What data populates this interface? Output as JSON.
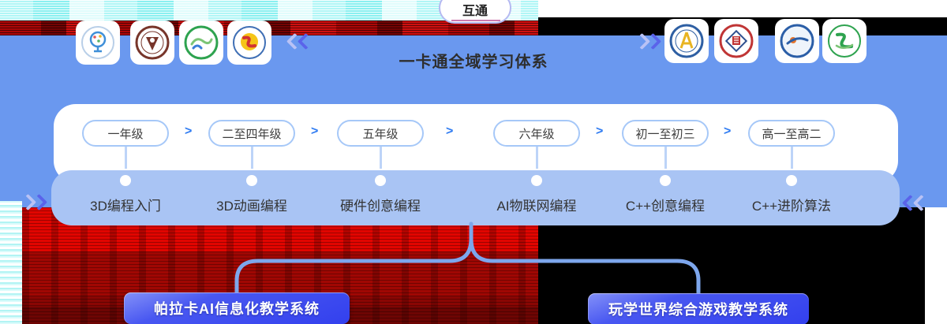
{
  "header": {
    "badge": "互通",
    "title": "一卡通全域学习体系"
  },
  "glyphs": {
    "arrow": ">"
  },
  "partners_left": [
    {
      "name": "blue-tree-school-emblem"
    },
    {
      "name": "maroon-seal-school-emblem"
    },
    {
      "name": "green-landscape-school-emblem"
    },
    {
      "name": "red-yellow-s-school-emblem"
    }
  ],
  "partners_right": [
    {
      "name": "blue-compass-school-emblem"
    },
    {
      "name": "red-diamond-school-emblem"
    },
    {
      "name": "blue-globe-school-emblem"
    },
    {
      "name": "green-ribbon-school-emblem"
    }
  ],
  "icons": [
    "double-chevron-left-top",
    "double-chevron-right-top",
    "double-chevron-right-bottom",
    "double-chevron-left-bottom"
  ],
  "grades": [
    {
      "label": "一年级",
      "course": "3D编程入门"
    },
    {
      "label": "二至四年级",
      "course": "3D动画编程"
    },
    {
      "label": "五年级",
      "course": "硬件创意编程"
    },
    {
      "label": "六年级",
      "course": "AI物联网编程"
    },
    {
      "label": "初一至初三",
      "course": "C++创意编程"
    },
    {
      "label": "高一至高二",
      "course": "C++进阶算法"
    }
  ],
  "systems": [
    {
      "label": "帕拉卡AI信息化教学系统"
    },
    {
      "label": "玩学世界综合游戏教学系统"
    }
  ],
  "colors": {
    "main_blue": "#6a98ef",
    "course_band_blue": "#a9c4f4",
    "pill_border_blue": "#a6c8f8",
    "flow_arrow_blue": "#2e7bf2",
    "button_blue": "#3340ee",
    "connector_blue": "#7da6ec",
    "glitch_red": "#a00703",
    "glitch_cyan": "#9ef3f3"
  }
}
